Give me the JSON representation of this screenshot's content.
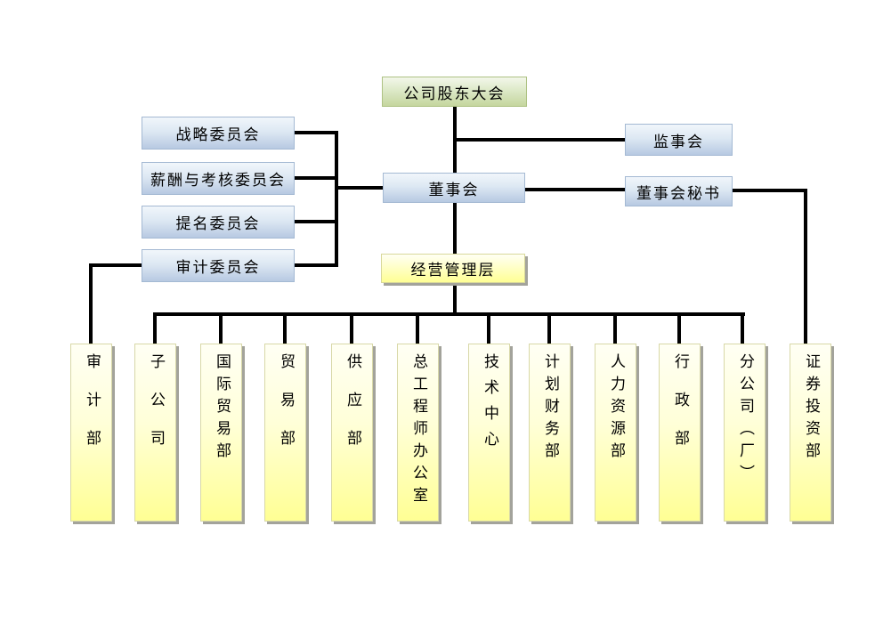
{
  "colors": {
    "top_node": "#c5d69e",
    "governance_node": "#b7c9e2",
    "management_node": "#ffff94",
    "connector": "#000000"
  },
  "nodes": {
    "shareholders": "公司股东大会",
    "committees": [
      "战略委员会",
      "薪酬与考核委员会",
      "提名委员会",
      "审计委员会"
    ],
    "board": "董事会",
    "supervisory": "监事会",
    "secretary": "董事会秘书",
    "management": "经营管理层",
    "departments": [
      "审计部",
      "子公司",
      "国际贸易部",
      "贸易部",
      "供应部",
      "总工程师办公室",
      "技术中心",
      "计划财务部",
      "人力资源部",
      "行政部",
      "分公司（厂）",
      "证券投资部"
    ]
  }
}
